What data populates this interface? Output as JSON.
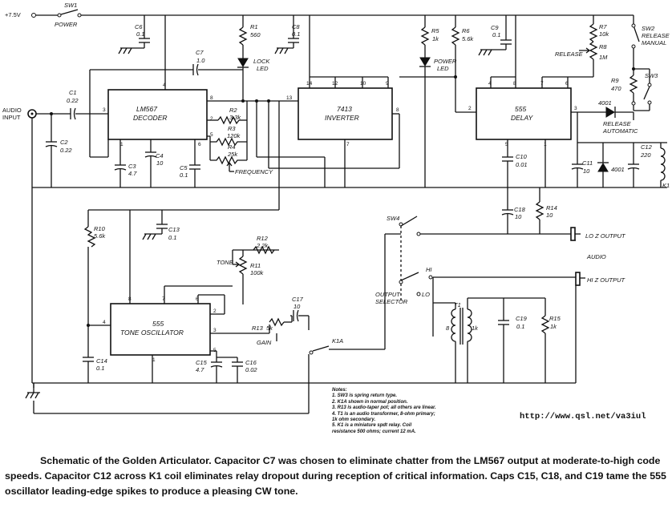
{
  "supply": {
    "voltage": "+7.5V",
    "sw1_name": "SW1",
    "sw1_label": "POWER"
  },
  "input": {
    "label_1": "AUDIO",
    "label_2": "INPUT"
  },
  "chips": {
    "lm567": {
      "name": "LM567",
      "func": "DECODER",
      "pins": [
        "4",
        "8",
        "3",
        "2",
        "1",
        "6",
        "5"
      ]
    },
    "inv": {
      "name": "7413",
      "func": "INVERTER",
      "pins": [
        "14",
        "12",
        "10",
        "9",
        "13",
        "8",
        "7"
      ]
    },
    "delay": {
      "name": "555",
      "func": "DELAY",
      "pins": [
        "4",
        "8",
        "7",
        "6",
        "2",
        "3",
        "5",
        "1"
      ]
    },
    "osc": {
      "name": "555",
      "func": "TONE OSCILLATOR",
      "pins": [
        "8",
        "7",
        "6",
        "4",
        "2",
        "3",
        "5",
        "1"
      ]
    }
  },
  "components": {
    "c6": [
      "C6",
      "0.1"
    ],
    "c7": [
      "C7",
      "1.0"
    ],
    "r1": [
      "R1",
      "560"
    ],
    "lock_led": [
      "LOCK",
      "LED"
    ],
    "c8": [
      "C8",
      "0.1"
    ],
    "r5": [
      "R5",
      "1k"
    ],
    "r6": [
      "R6",
      "5.6k"
    ],
    "power_led": [
      "POWER",
      "LED"
    ],
    "c9": [
      "C9",
      "0.1"
    ],
    "r7": [
      "R7",
      "10k"
    ],
    "r8": [
      "R8",
      "1M"
    ],
    "release": "RELEASE",
    "sw2": [
      "SW2",
      "RELEASE",
      "MANUAL"
    ],
    "sw3": "SW3",
    "r9": [
      "R9",
      "470"
    ],
    "d4001a": "4001",
    "release_auto": [
      "RELEASE",
      "AUTOMATIC"
    ],
    "d4001b": "4001",
    "c12": [
      "C12",
      "220"
    ],
    "k1": "K1",
    "c1": [
      "C1",
      "0.22"
    ],
    "c2": [
      "C2",
      "0.22"
    ],
    "r2": [
      "R2",
      "3.3k"
    ],
    "r3": [
      "R3",
      "120k"
    ],
    "r4": [
      "R4",
      "25k"
    ],
    "frequency": "FREQUENCY",
    "c3": [
      "C3",
      "4.7"
    ],
    "c4": [
      "C4",
      "10"
    ],
    "c5": [
      "C5",
      "0.1"
    ],
    "c10": [
      "C10",
      "0.01"
    ],
    "c11": [
      "C11",
      "10"
    ],
    "c18": [
      "C18",
      "10"
    ],
    "r14": [
      "R14",
      "10"
    ],
    "r10": [
      "R10",
      "5.6k"
    ],
    "c13": [
      "C13",
      "0.1"
    ],
    "r12": [
      "R12",
      "2.2k"
    ],
    "tone": "TONE",
    "r11": [
      "R11",
      "100k"
    ],
    "r13": [
      "R13",
      "5k"
    ],
    "gain": "GAIN",
    "c17": [
      "C17",
      "10"
    ],
    "c14": [
      "C14",
      "0.1"
    ],
    "c15": [
      "C15",
      "4.7"
    ],
    "c16": [
      "C16",
      "0.02"
    ],
    "k1a": "K1A",
    "sw4": "SW4",
    "output_selector": [
      "OUTPUT",
      "SELECTOR"
    ],
    "hi_pos": "HI",
    "lo_pos": "LO",
    "lo_output": "LO Z OUTPUT",
    "audio": "AUDIO",
    "hi_output": "HI Z OUTPUT",
    "t1": [
      "T1",
      "8",
      "1k"
    ],
    "c19": [
      "C19",
      "0.1"
    ],
    "r15": [
      "R15",
      "1k"
    ]
  },
  "notes": {
    "title": "Notes:",
    "items": [
      "1. SW3 is spring return type.",
      "2. K1A shown in normal position.",
      "3. R13 is audio-taper pot; all others are linear.",
      "4. T1 is an audio transformer, 8-ohm primary;",
      "    1k ohm secondary.",
      "5. K1 is a miniature spdt relay. Coil",
      "    resistance 500 ohms; current 12 mA."
    ]
  },
  "url": "http://www.qsl.net/va3iul",
  "caption": "Schematic of the Golden Articulator. Capacitor C7 was chosen to eliminate chatter from the LM567 output at moderate-to-high code speeds. Capacitor C12 across K1 coil eliminates relay dropout during reception of critical information. Caps C15, C18, and C19 tame the 555 oscillator leading-edge spikes to produce a pleasing CW tone."
}
